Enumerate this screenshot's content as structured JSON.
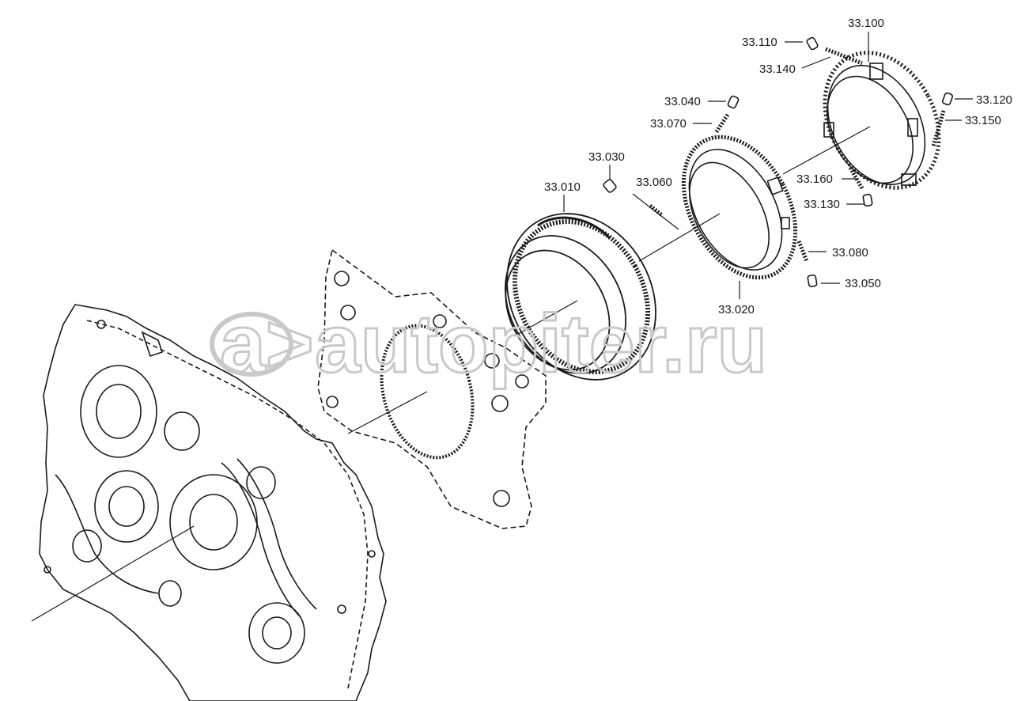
{
  "watermark": {
    "logo_text": "a>",
    "site_text": "autopiter.ru"
  },
  "callouts": [
    {
      "id": "33.100",
      "text": "33.100"
    },
    {
      "id": "33.110",
      "text": "33.110"
    },
    {
      "id": "33.140",
      "text": "33.140"
    },
    {
      "id": "33.120",
      "text": "33.120"
    },
    {
      "id": "33.150",
      "text": "33.150"
    },
    {
      "id": "33.040",
      "text": "33.040"
    },
    {
      "id": "33.070",
      "text": "33.070"
    },
    {
      "id": "33.030",
      "text": "33.030"
    },
    {
      "id": "33.060",
      "text": "33.060"
    },
    {
      "id": "33.010",
      "text": "33.010"
    },
    {
      "id": "33.160",
      "text": "33.160"
    },
    {
      "id": "33.130",
      "text": "33.130"
    },
    {
      "id": "33.080",
      "text": "33.080"
    },
    {
      "id": "33.050",
      "text": "33.050"
    },
    {
      "id": "33.020",
      "text": "33.020"
    }
  ],
  "colors": {
    "line": "#1a1a1a",
    "watermark": "#c9c9c9",
    "background": "#ffffff"
  }
}
